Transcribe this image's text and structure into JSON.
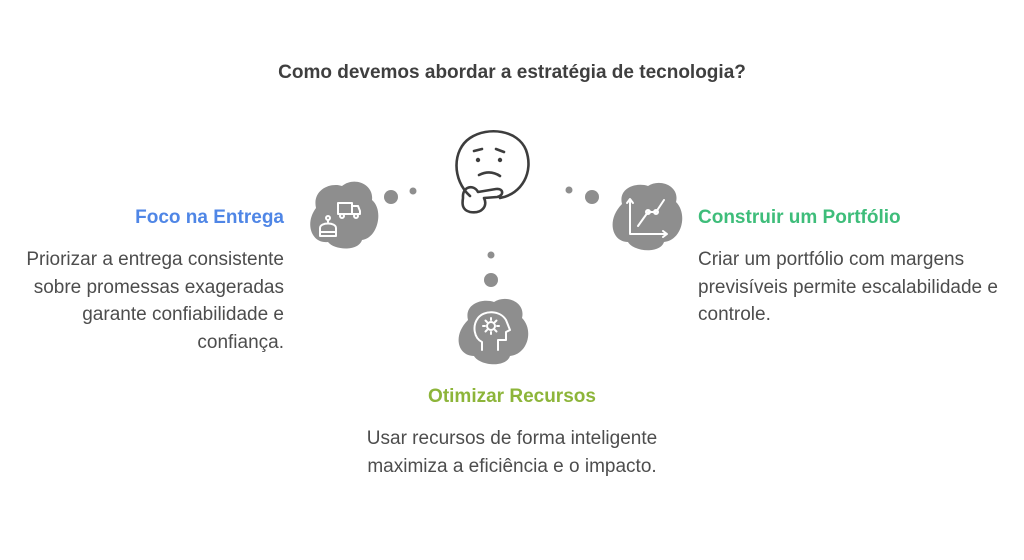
{
  "title": "Como devemos abordar a estratégia de tecnologia?",
  "colors": {
    "left": "#4f86e6",
    "right": "#3ebd7a",
    "bottom": "#8db53a",
    "icon_bg": "#8e8e8e",
    "dot": "#8e8e8e"
  },
  "nodes": {
    "left": {
      "heading": "Foco na Entrega",
      "description": "Priorizar a entrega consistente sobre promessas exageradas garante confiabilidade e confiança.",
      "icon": "delivery-truck-robot-icon"
    },
    "right": {
      "heading": "Construir um Portfólio",
      "description": "Criar um portfólio com margens previsíveis permite escalabilidade e controle.",
      "icon": "growth-chart-icon"
    },
    "bottom": {
      "heading": "Otimizar Recursos",
      "description": "Usar recursos de forma inteligente maximiza a eficiência e o impacto.",
      "icon": "head-gear-icon"
    },
    "center": {
      "icon": "thinking-face-icon"
    }
  }
}
